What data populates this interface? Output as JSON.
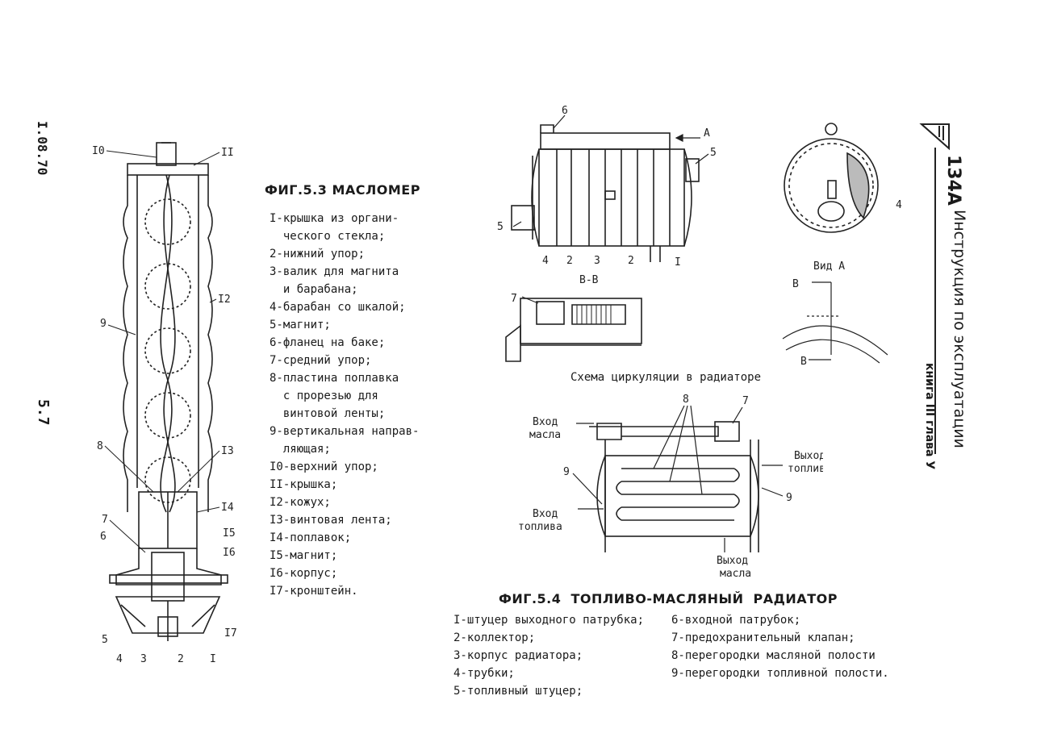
{
  "margin": {
    "doc_code": "I.08.70",
    "page_number": "5.7"
  },
  "header": {
    "model": "134A",
    "manual_title": "Инструкция по эксплуатации",
    "book_chapter": "книга III глава У"
  },
  "fig53": {
    "title": "ФИГ.5.3  МАСЛОМЕР",
    "legend": [
      "I-крышка из органи-",
      "  ческого стекла;",
      "2-нижний упор;",
      "3-валик для магнита",
      "  и барабана;",
      "4-барабан со шкалой;",
      "5-магнит;",
      "6-фланец на баке;",
      "7-средний упор;",
      "8-пластина поплавка",
      "  с прорезью для",
      "  винтовой ленты;",
      "9-вертикальная направ-",
      "  ляющая;",
      "I0-верхний упор;",
      "II-крышка;",
      "I2-кожух;",
      "I3-винтовая лента;",
      "I4-поплавок;",
      "I5-магнит;",
      "I6-корпус;",
      "I7-кронштейн."
    ],
    "callouts": [
      "I0",
      "II",
      "I2",
      "9",
      "8",
      "I3",
      "I4",
      "7",
      "6",
      "I5",
      "I6",
      "5",
      "4",
      "3",
      "2",
      "I",
      "I7"
    ]
  },
  "fig54": {
    "title": "ФИГ.5.4  ТОПЛИВО-МАСЛЯНЫЙ   РАДИАТОР",
    "legend_left": [
      "I-штуцер выходного патрубка;",
      "2-коллектор;",
      "3-корпус радиатора;",
      "4-трубки;",
      "5-топливный штуцер;"
    ],
    "legend_right": [
      "6-входной патрубок;",
      "7-предохранительный клапан;",
      "8-перегородки масляной полости",
      "9-перегородки топливной полости."
    ],
    "section_label": "В-В",
    "view_label": "Вид А",
    "section_marks": [
      "В",
      "В"
    ],
    "arrow_label": "А",
    "callouts_top": [
      "6",
      "5",
      "5",
      "4",
      "2",
      "3",
      "2",
      "I",
      "4",
      "7"
    ],
    "scheme": {
      "caption": "Схема циркуляции в радиаторе",
      "oil_in": [
        "Вход",
        "масла"
      ],
      "fuel_out": [
        "Выход",
        "топлива"
      ],
      "fuel_in": [
        "Вход",
        "топлива"
      ],
      "oil_out": [
        "Выход",
        "масла"
      ],
      "callouts": [
        "8",
        "7",
        "9",
        "9"
      ]
    }
  }
}
